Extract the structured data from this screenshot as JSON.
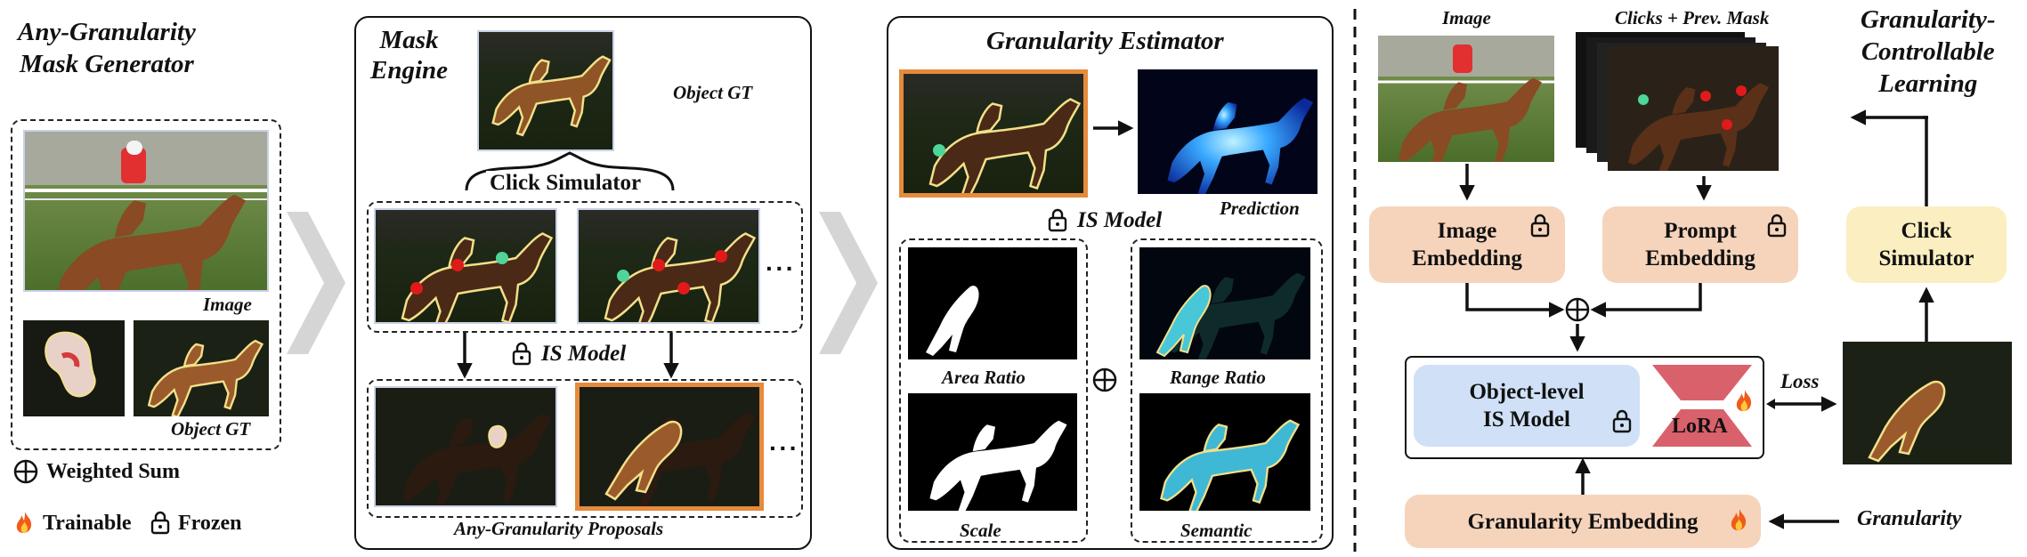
{
  "left": {
    "title_line1": "Any-Granularity",
    "title_line2": "Mask Generator",
    "image_label": "Image",
    "object_gt_label": "Object GT",
    "legend_weighted_sum": "Weighted Sum",
    "legend_trainable": "Trainable",
    "legend_frozen": "Frozen"
  },
  "mask_engine": {
    "title_line1": "Mask",
    "title_line2": "Engine",
    "object_gt_label": "Object GT",
    "click_simulator_label": "Click Simulator",
    "is_model_label": "IS Model",
    "proposals_label": "Any-Granularity Proposals",
    "dots": "···"
  },
  "granularity_estimator": {
    "title": "Granularity Estimator",
    "prediction_label": "Prediction",
    "is_model_label": "IS Model",
    "area_ratio_label": "Area Ratio",
    "range_ratio_label": "Range Ratio",
    "scale_label": "Scale",
    "semantic_label": "Semantic"
  },
  "learning": {
    "title_line1": "Granularity-",
    "title_line2": "Controllable",
    "title_line3": "Learning",
    "image_label": "Image",
    "clicks_label": "Clicks + Prev. Mask",
    "image_embedding_line1": "Image",
    "image_embedding_line2": "Embedding",
    "prompt_embedding_line1": "Prompt",
    "prompt_embedding_line2": "Embedding",
    "click_simulator_line1": "Click",
    "click_simulator_line2": "Simulator",
    "is_model_line1": "Object-level",
    "is_model_line2": "IS Model",
    "lora_label": "LoRA",
    "loss_label": "Loss",
    "granularity_embedding_label": "Granularity Embedding",
    "granularity_label": "Granularity"
  },
  "colors": {
    "orange_border": "#e58b3c",
    "peach_block": "#f6d4bb",
    "blue_block": "#cfe0f7",
    "yellow_block": "#fbeec0",
    "lora_red": "#d9616c",
    "chevron_gray": "#d5d5d5"
  }
}
